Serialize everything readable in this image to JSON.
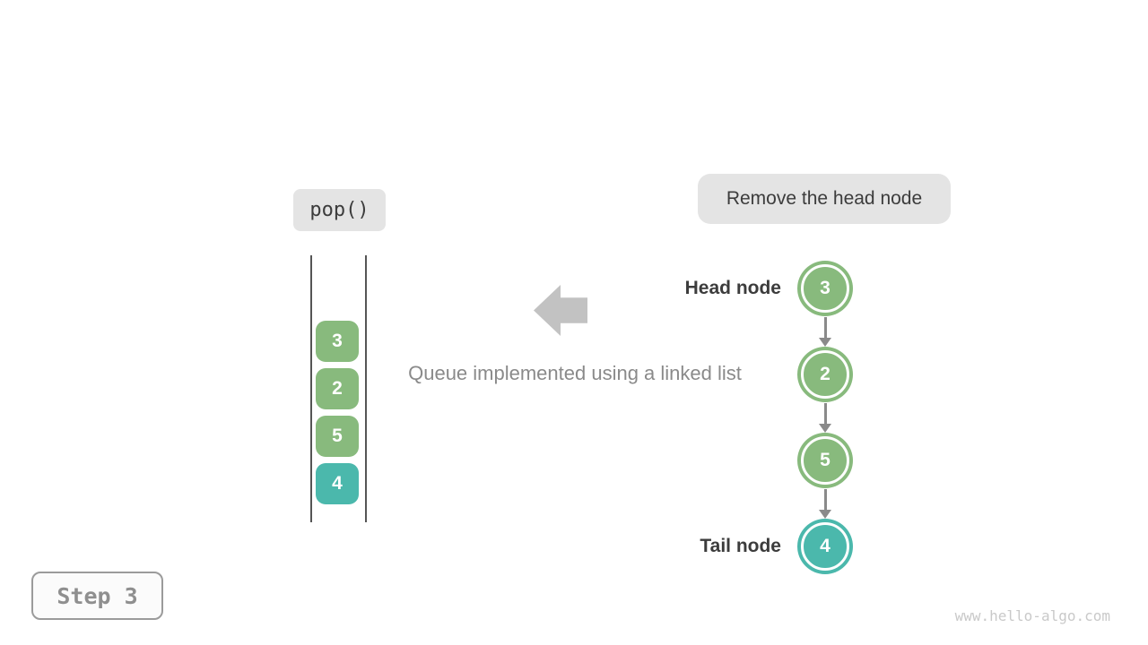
{
  "meta": {
    "watermark": "www.hello-algo.com"
  },
  "colors": {
    "white": "#FFFFFF",
    "green": "#88BA7D",
    "teal": "#4BB8AC",
    "badge_bg": "#E4E4E4",
    "arrow_gray": "#C2C2C2",
    "caption_gray": "#8A8A8A",
    "dark_text": "#3C3C3C",
    "wall_gray": "#555555",
    "connector_gray": "#8A8A8A",
    "step_border": "#9B9B9B",
    "step_text": "#8F8F8F",
    "step_bg": "#FBFBFB",
    "watermark_gray": "#C9C9C9"
  },
  "operation_badge": {
    "label": "pop()"
  },
  "annotation_badge": {
    "label": "Remove the head node"
  },
  "caption": {
    "text": "Queue implemented using a linked list"
  },
  "step_badge": {
    "label": "Step 3"
  },
  "queue": {
    "items": [
      {
        "value": "3",
        "color": "green"
      },
      {
        "value": "2",
        "color": "green"
      },
      {
        "value": "5",
        "color": "green"
      },
      {
        "value": "4",
        "color": "teal"
      }
    ]
  },
  "linked_list": {
    "head_label": "Head node",
    "tail_label": "Tail node",
    "nodes": [
      {
        "value": "3",
        "color": "green"
      },
      {
        "value": "2",
        "color": "green"
      },
      {
        "value": "5",
        "color": "green"
      },
      {
        "value": "4",
        "color": "teal"
      }
    ]
  }
}
